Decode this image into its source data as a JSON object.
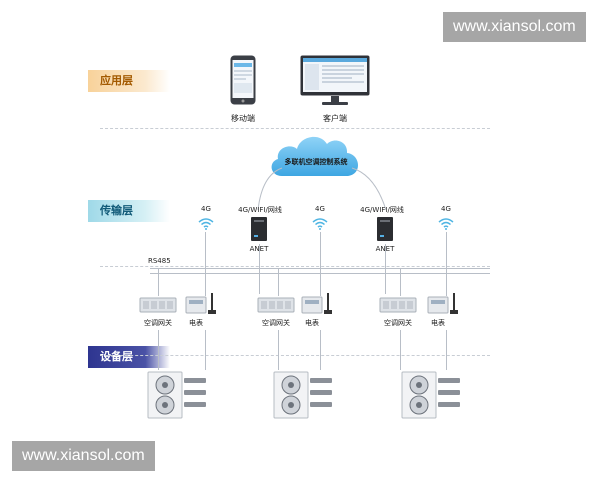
{
  "watermark_top": "www.xiansol.com",
  "watermark_bottom": "www.xiansol.com",
  "layers": {
    "application": "应用层",
    "transmission": "传输层",
    "device": "设备层"
  },
  "terminals": {
    "mobile": "移动端",
    "client": "客户端"
  },
  "cloud_label": "多联机空调控制系统",
  "network": {
    "signal_4g": "4G",
    "multi_link": "4G/WIFI/网线",
    "anet": "ANET",
    "rs485": "RS485"
  },
  "devices": {
    "gateway": "空调网关",
    "meter": "电表"
  },
  "colors": {
    "application_tag": "#f9d9a8",
    "transmission_tag": "#bfe6ee",
    "device_tag": "#3a3f93",
    "cloud": "#6ec3f0"
  }
}
